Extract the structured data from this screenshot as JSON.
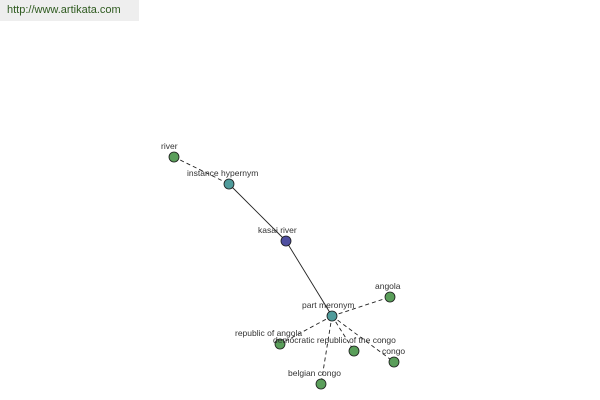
{
  "watermark": {
    "url": "http://www.artikata.com"
  },
  "colors": {
    "leaf": "#5a9e5a",
    "relation": "#4f9b9b",
    "center": "#4f4fa0",
    "edge": "#222222"
  },
  "nodes": {
    "river": {
      "label": "river",
      "kind": "leaf",
      "color": "leaf"
    },
    "instance_hypernym": {
      "label": "instance hypernym",
      "kind": "relation",
      "color": "relation"
    },
    "kasai_river": {
      "label": "kasai river",
      "kind": "center",
      "color": "center"
    },
    "part_meronym": {
      "label": "part meronym",
      "kind": "relation",
      "color": "relation"
    },
    "angola": {
      "label": "angola",
      "kind": "leaf",
      "color": "leaf"
    },
    "republic_of_angola": {
      "label": "republic of angola",
      "kind": "leaf",
      "color": "leaf"
    },
    "democratic_republic_of_the_congo": {
      "label": "democratic republic of the congo",
      "kind": "leaf",
      "color": "leaf"
    },
    "congo": {
      "label": "congo",
      "kind": "leaf",
      "color": "leaf"
    },
    "belgian_congo": {
      "label": "belgian congo",
      "kind": "leaf",
      "color": "leaf"
    }
  },
  "edges": [
    {
      "from": "river",
      "to": "instance_hypernym",
      "style": "dashed"
    },
    {
      "from": "instance_hypernym",
      "to": "kasai_river",
      "style": "solid"
    },
    {
      "from": "kasai_river",
      "to": "part_meronym",
      "style": "solid"
    },
    {
      "from": "part_meronym",
      "to": "angola",
      "style": "dashed"
    },
    {
      "from": "part_meronym",
      "to": "republic_of_angola",
      "style": "dashed"
    },
    {
      "from": "part_meronym",
      "to": "democratic_republic_of_the_congo",
      "style": "dashed"
    },
    {
      "from": "part_meronym",
      "to": "congo",
      "style": "dashed"
    },
    {
      "from": "part_meronym",
      "to": "belgian_congo",
      "style": "dashed"
    }
  ]
}
